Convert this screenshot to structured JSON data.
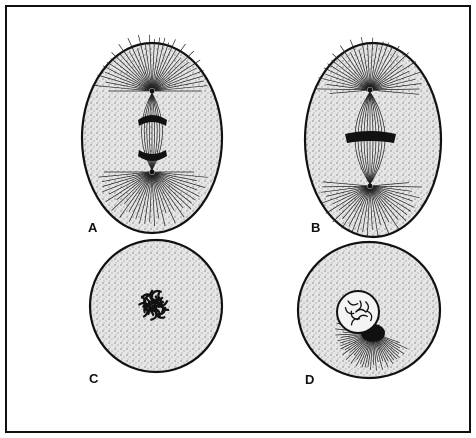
{
  "figure": {
    "panels": [
      {
        "id": "A",
        "label": "A"
      },
      {
        "id": "B",
        "label": "B"
      },
      {
        "id": "C",
        "label": "C"
      },
      {
        "id": "D",
        "label": "D"
      }
    ]
  },
  "colors": {
    "background": "#ffffff",
    "frame": "#111111",
    "cell_fill": "#e3e3e3",
    "ink": "#111111",
    "nucleus_fill": "#f4f4f4"
  }
}
